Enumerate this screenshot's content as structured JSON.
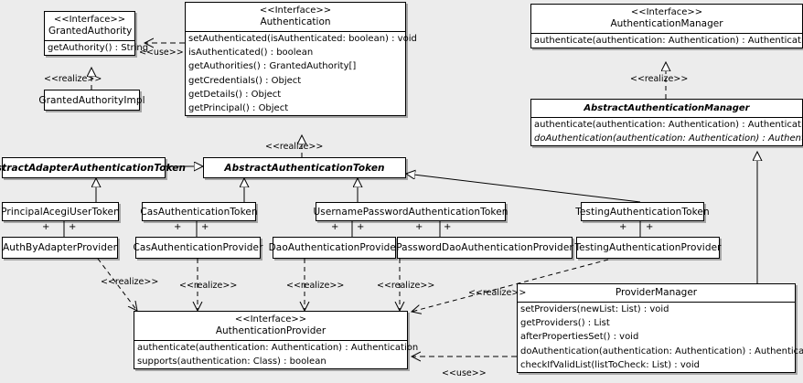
{
  "diagram": {
    "type": "uml-class-diagram",
    "background": "#ececec",
    "line_color": "#000000",
    "fill_color": "#ffffff"
  },
  "classes": {
    "granted_authority": {
      "stereotype": "<<Interface>>",
      "name": "GrantedAuthority",
      "methods": [
        "getAuthority() : String"
      ]
    },
    "granted_authority_impl": {
      "name": "GrantedAuthorityImpl"
    },
    "authentication": {
      "stereotype": "<<Interface>>",
      "name": "Authentication",
      "methods": [
        "setAuthenticated(isAuthenticated: boolean) : void",
        "isAuthenticated() : boolean",
        "getAuthorities() : GrantedAuthority[]",
        "getCredentials() : Object",
        "getDetails() : Object",
        "getPrincipal() : Object"
      ]
    },
    "authentication_manager": {
      "stereotype": "<<Interface>>",
      "name": "AuthenticationManager",
      "methods": [
        "authenticate(authentication: Authentication) : Authentication"
      ]
    },
    "abstract_authentication_manager": {
      "name": "AbstractAuthenticationManager",
      "methods": [
        "authenticate(authentication: Authentication) : Authentication",
        "doAuthentication(authentication: Authentication) : Authentication"
      ]
    },
    "abstract_adapter_authentication_token": {
      "name": "AbstractAdapterAuthenticationToken"
    },
    "abstract_authentication_token": {
      "name": "AbstractAuthenticationToken"
    },
    "principal_acegi_user_token": {
      "name": "PrincipalAcegiUserToken"
    },
    "cas_authentication_token": {
      "name": "CasAuthenticationToken"
    },
    "username_password_authentication_token": {
      "name": "UsernamePasswordAuthenticationToken"
    },
    "testing_authentication_token": {
      "name": "TestingAuthenticationToken"
    },
    "auth_by_adapter_provider": {
      "name": "AuthByAdapterProvider"
    },
    "cas_authentication_provider": {
      "name": "CasAuthenticationProvider"
    },
    "dao_authentication_provider": {
      "name": "DaoAuthenticationProvider"
    },
    "password_dao_authentication_provider": {
      "name": "PasswordDaoAuthenticationProvider"
    },
    "testing_authentication_provider": {
      "name": "TestingAuthenticationProvider"
    },
    "authentication_provider": {
      "stereotype": "<<Interface>>",
      "name": "AuthenticationProvider",
      "methods": [
        "authenticate(authentication: Authentication) : Authentication",
        "supports(authentication: Class) : boolean"
      ]
    },
    "provider_manager": {
      "name": "ProviderManager",
      "methods": [
        "setProviders(newList: List) : void",
        "getProviders() : List",
        "afterPropertiesSet() : void",
        "doAuthentication(authentication: Authentication) : Authentication",
        "checkIfValidList(listToCheck: List) : void"
      ]
    }
  },
  "edge_labels": {
    "use_granted_authority": "<<use>>",
    "realize_granted_authority_impl": "<<realize>>",
    "realize_abstract_auth_token": "<<realize>>",
    "realize_abstract_auth_manager": "<<realize>>",
    "realize_auth_by_adapter": "<<realize>>",
    "realize_cas_provider": "<<realize>>",
    "realize_dao_provider": "<<realize>>",
    "realize_password_dao_provider": "<<realize>>",
    "realize_testing_provider": "<<realize>>",
    "use_provider_manager": "<<use>>"
  },
  "multiplicities": {
    "plus": "+"
  }
}
